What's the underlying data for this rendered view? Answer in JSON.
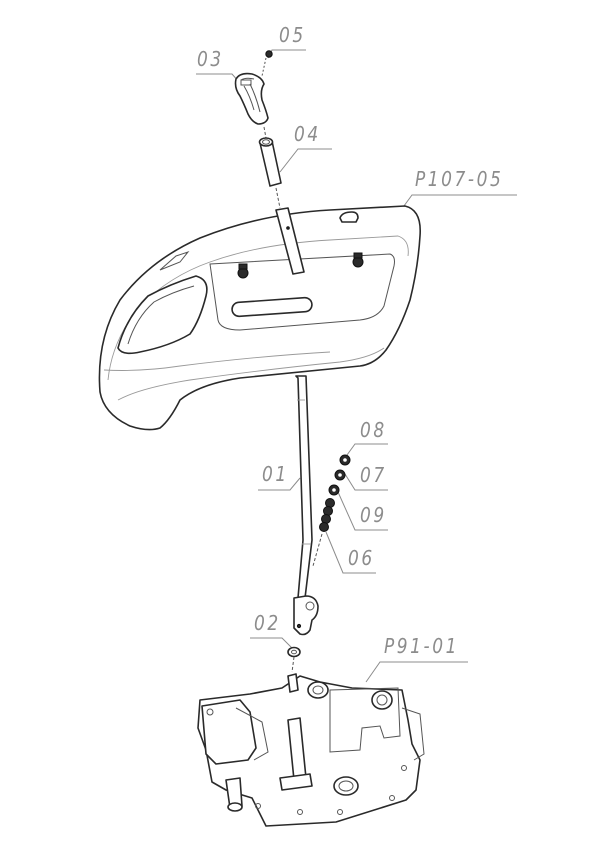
{
  "diagram": {
    "type": "exploded-parts-view",
    "line_color": "#2a2a2a",
    "label_color": "#8c8c8c",
    "callouts": [
      {
        "id": "03",
        "label": "03",
        "part": "lever-knob"
      },
      {
        "id": "05",
        "label": "05",
        "part": "screw"
      },
      {
        "id": "04",
        "label": "04",
        "part": "sleeve"
      },
      {
        "id": "P107-05",
        "label": "P107-05",
        "part": "console-cover"
      },
      {
        "id": "08",
        "label": "08",
        "part": "nut"
      },
      {
        "id": "07",
        "label": "07",
        "part": "washer"
      },
      {
        "id": "01",
        "label": "01",
        "part": "control-lever"
      },
      {
        "id": "09",
        "label": "09",
        "part": "spring-washer"
      },
      {
        "id": "06",
        "label": "06",
        "part": "friction-washers"
      },
      {
        "id": "02",
        "label": "02",
        "part": "washer"
      },
      {
        "id": "P91-01",
        "label": "P91-01",
        "part": "control-valve-housing"
      }
    ]
  }
}
